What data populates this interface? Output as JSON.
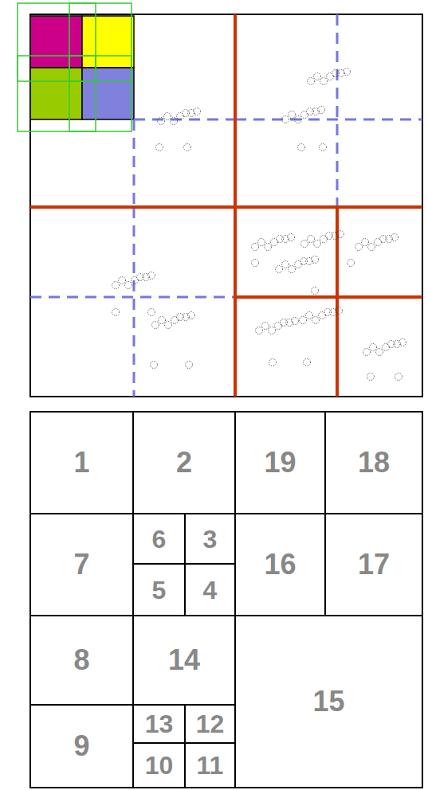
{
  "diagram": {
    "nodes": [
      {
        "text": [
          "1"
        ]
      },
      {
        "text": [
          "2"
        ]
      },
      {
        "text": [
          "19"
        ]
      },
      {
        "text": [
          "18"
        ]
      },
      {
        "text": [
          "7"
        ]
      },
      {
        "text": [
          "6"
        ]
      },
      {
        "text": [
          "3"
        ]
      },
      {
        "text": [
          "16"
        ]
      },
      {
        "text": [
          "17"
        ]
      },
      {
        "text": [
          "5"
        ]
      },
      {
        "text": [
          "4"
        ]
      },
      {
        "text": [
          "8"
        ]
      },
      {
        "text": [
          "14"
        ]
      },
      {
        "text": [
          "15"
        ]
      },
      {
        "text": [
          "9"
        ]
      },
      {
        "text": [
          "13"
        ]
      },
      {
        "text": [
          "12"
        ]
      },
      {
        "text": [
          "10"
        ]
      },
      {
        "text": [
          "11"
        ]
      }
    ]
  }
}
